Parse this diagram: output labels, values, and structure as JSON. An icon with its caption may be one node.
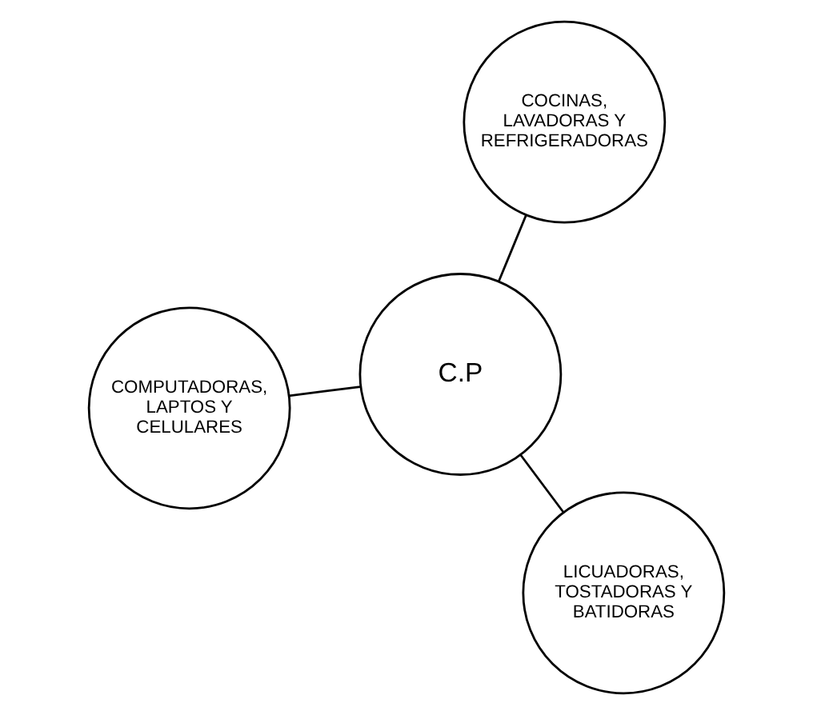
{
  "diagram": {
    "nodes": [
      {
        "text": [
          "COMPUTADORAS, LAPTOS Y CELULARES"
        ]
      },
      {
        "text": [
          "C.P"
        ]
      },
      {
        "text": [
          "LICUADORAS, TOSTADORAS Y BATIDORAS"
        ]
      },
      {
        "text": [
          "COCINAS, LAVADORAS Y REFRIGERADORAS"
        ]
      }
    ],
    "edges": [
      {
        "from": 1,
        "to": 0,
        "arrow": "none"
      },
      {
        "from": 1,
        "to": 2,
        "arrow": "none"
      },
      {
        "from": 1,
        "to": 3,
        "arrow": "none"
      }
    ]
  }
}
